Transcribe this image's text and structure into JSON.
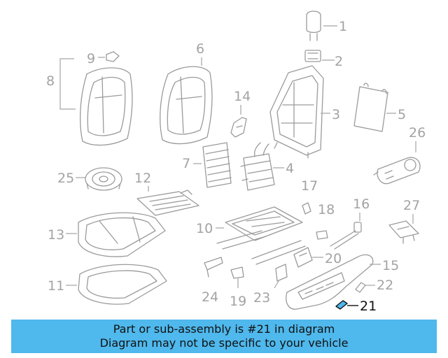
{
  "diagram": {
    "highlight_color": "#111111",
    "part_color": "#9b9b9b",
    "labels": {
      "p1": "1",
      "p2": "2",
      "p3": "3",
      "p4": "4",
      "p5": "5",
      "p6": "6",
      "p7": "7",
      "p8": "8",
      "p9": "9",
      "p10": "10",
      "p11": "11",
      "p12": "12",
      "p13": "13",
      "p14": "14",
      "p15": "15",
      "p16": "16",
      "p17": "17",
      "p18": "18",
      "p19": "19",
      "p20": "20",
      "p21": "21",
      "p22": "22",
      "p23": "23",
      "p24": "24",
      "p25": "25",
      "p26": "26",
      "p27": "27"
    },
    "highlighted_part": "21"
  },
  "banner": {
    "color": "#4fb8ec",
    "line1": "Part or sub-assembly is #21 in diagram",
    "line2": "Diagram may not be specific to your vehicle"
  }
}
